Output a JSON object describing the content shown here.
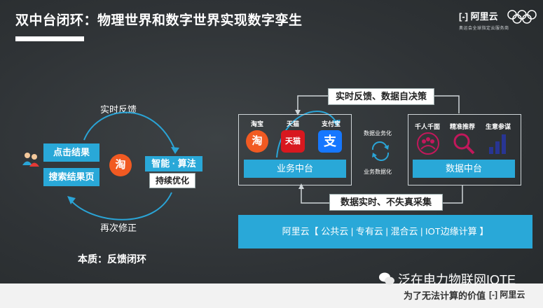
{
  "slide": {
    "title": "双中台闭环：物理世界和数字世界实现数字孪生",
    "logo_text": "阿里云",
    "logo_subtitle": "奥运会全球指定云服务商"
  },
  "left": {
    "feedback_label": "实时反馈",
    "click_result": "点击结果",
    "search_result_page": "搜索结果页",
    "taobao_icon": "淘",
    "smart_algo": "智能 · 算法",
    "continuous_opt": "持续优化",
    "re_correct": "再次修正",
    "essence": "本质：反馈闭环"
  },
  "right": {
    "top_label": "实时反馈、数据自决策",
    "apps": [
      {
        "name": "淘宝",
        "icon": "淘"
      },
      {
        "name": "天猫",
        "icon": "天猫"
      },
      {
        "name": "支付宝",
        "icon": "支"
      }
    ],
    "business_center": "业务中台",
    "business_to_data": "数据业务化",
    "data_to_business": "业务数据化",
    "data_apps": [
      {
        "name": "千人千面"
      },
      {
        "name": "精准推荐"
      },
      {
        "name": "生意参谋"
      }
    ],
    "data_center": "数据中台",
    "bottom_label": "数据实时、不失真采集",
    "cloud_bar": "阿里云【 公共云 | 专有云 | 混合云 | IOT边缘计算 】"
  },
  "watermark": {
    "text": "泛在电力物联网IOTE",
    "bottom_text": "为了无法计算的价值",
    "bottom_logo": "阿里云"
  },
  "colors": {
    "background": "#2e3235",
    "accent_cyan": "#29a8d8",
    "taobao_orange": "#f15a22",
    "tmall_red": "#d8181f",
    "alipay_blue": "#1677ff",
    "data_magenta": "#c2185b",
    "data_navy": "#283593"
  }
}
